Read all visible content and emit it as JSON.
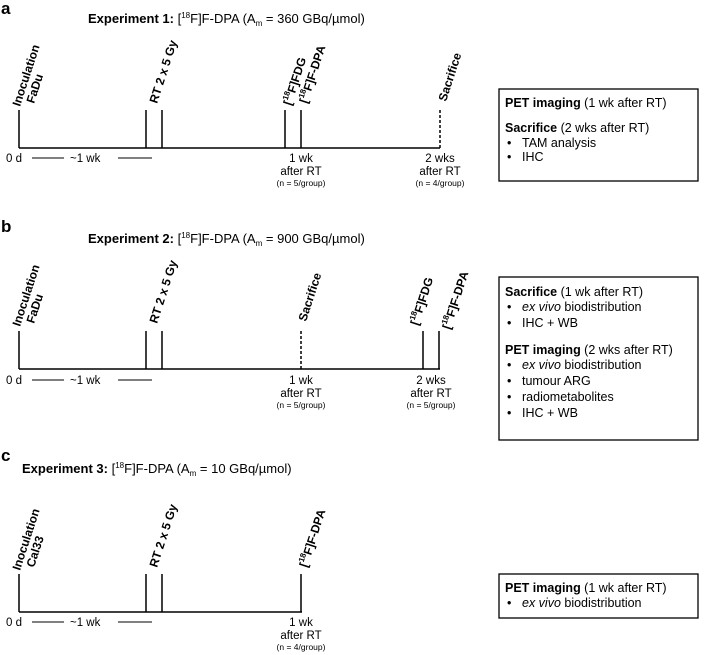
{
  "panels": [
    {
      "letter": "a",
      "title": {
        "bold": "Experiment 1:",
        "isotope": "18",
        "after_isotope": "F]F-DPA (A",
        "sub": "m",
        "rest": " = 360 GBq/µmol)"
      },
      "events": [
        {
          "lines": [
            "Inoculation",
            "FaDu"
          ]
        },
        {
          "lines": [
            "RT 2 x 5 Gy"
          ]
        },
        {
          "lines": [
            "[",
            "18",
            "F]FDG"
          ]
        },
        {
          "lines": [
            "[",
            "18",
            "F]F-DPA"
          ]
        },
        {
          "lines": [
            "Sacrifice"
          ]
        }
      ],
      "timeline": {
        "start": "0 d",
        "interval": "~1 wk",
        "t1": [
          "1 wk",
          "after RT"
        ],
        "t1_n": "(n = 5/group)",
        "t2": [
          "2 wks",
          "after RT"
        ],
        "t2_n": "(n = 4/group)"
      },
      "box": {
        "sections": [
          {
            "head": "PET imaging",
            "head_rest": " (1 wk after RT)",
            "items": []
          },
          {
            "head": "Sacrifice",
            "head_rest": " (2 wks after RT)",
            "items": [
              {
                "text": "TAM analysis"
              },
              {
                "text": "IHC"
              }
            ]
          }
        ]
      }
    },
    {
      "letter": "b",
      "title": {
        "bold": "Experiment 2:",
        "isotope": "18",
        "after_isotope": "F]F-DPA (A",
        "sub": "m",
        "rest": " = 900 GBq/µmol)"
      },
      "events": [
        {
          "lines": [
            "Inoculation",
            "FaDu"
          ]
        },
        {
          "lines": [
            "RT 2 x 5 Gy"
          ]
        },
        {
          "lines": [
            "Sacrifice"
          ]
        },
        {
          "lines": [
            "[",
            "18",
            "F]FDG"
          ]
        },
        {
          "lines": [
            "[",
            "18",
            "F]F-DPA"
          ]
        }
      ],
      "timeline": {
        "start": "0 d",
        "interval": "~1 wk",
        "t1": [
          "1 wk",
          "after RT"
        ],
        "t1_n": "(n = 5/group)",
        "t2": [
          "2 wks",
          "after RT"
        ],
        "t2_n": "(n = 5/group)"
      },
      "box": {
        "sections": [
          {
            "head": "Sacrifice",
            "head_rest": " (1 wk after RT)",
            "items": [
              {
                "italic": "ex vivo",
                "text": " biodistribution"
              },
              {
                "text": "IHC + WB"
              }
            ]
          },
          {
            "head": "PET imaging",
            "head_rest": " (2 wks after RT)",
            "items": [
              {
                "italic": "ex vivo",
                "text": " biodistribution"
              },
              {
                "text": "tumour ARG"
              },
              {
                "text": "radiometabolites"
              },
              {
                "text": "IHC + WB"
              }
            ]
          }
        ]
      }
    },
    {
      "letter": "c",
      "title": {
        "bold": "Experiment 3:",
        "isotope": "18",
        "after_isotope": "F]F-DPA (A",
        "sub": "m",
        "rest": " = 10 GBq/µmol)"
      },
      "events": [
        {
          "lines": [
            "Inoculation",
            "Cal33"
          ]
        },
        {
          "lines": [
            "RT 2 x 5 Gy"
          ]
        },
        {
          "lines": [
            "[",
            "18",
            "F]F-DPA"
          ]
        }
      ],
      "timeline": {
        "start": "0 d",
        "interval": "~1 wk",
        "t1": [
          "1 wk",
          "after RT"
        ],
        "t1_n": "(n = 4/group)"
      },
      "box": {
        "sections": [
          {
            "head": "PET imaging",
            "head_rest": " (1 wk after RT)",
            "items": [
              {
                "italic": "ex vivo",
                "text": " biodistribution"
              }
            ]
          }
        ]
      }
    }
  ],
  "bullet": "•"
}
